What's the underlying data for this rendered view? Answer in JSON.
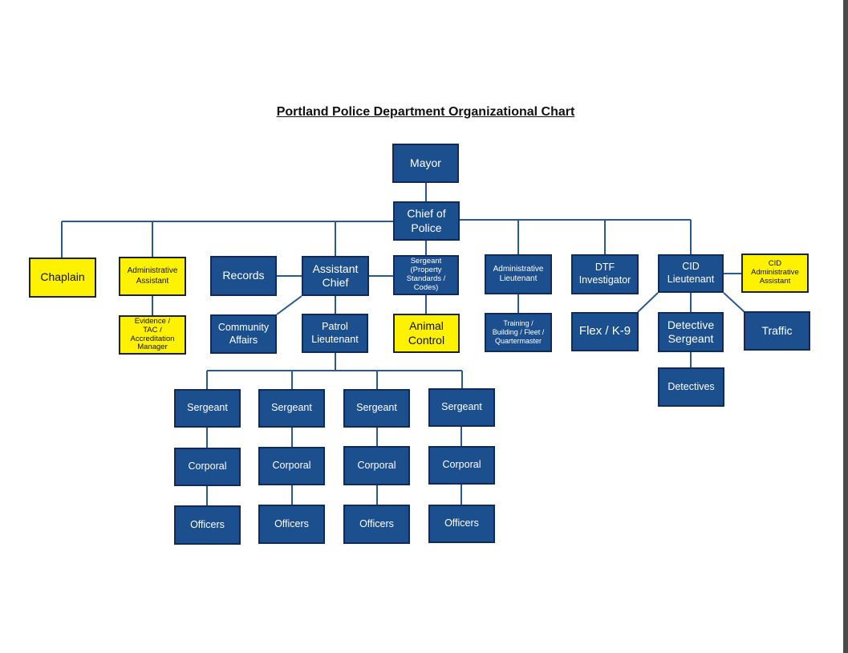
{
  "title": "Portland Police Department Organizational Chart",
  "colors": {
    "blue": "#1b4f8e",
    "yellow": "#fff200",
    "line": "#2b5a93"
  },
  "nodes": {
    "mayor": "Mayor",
    "chief": "Chief of\nPolice",
    "chaplain": "Chaplain",
    "admin_assistant": "Administrative\nAssistant",
    "evidence": "Evidence /\nTAC /\nAccreditation\nManager",
    "records": "Records",
    "assistant_chief": "Assistant\nChief",
    "sergeant_property": "Sergeant\n(Property\nStandards /\nCodes)",
    "animal_control": "Animal\nControl",
    "community_affairs": "Community\nAffairs",
    "patrol_lieutenant": "Patrol\nLieutenant",
    "admin_lieutenant": "Administrative\nLieutenant",
    "training": "Training /\nBuilding / Fleet /\nQuartermaster",
    "dtf": "DTF\nInvestigator",
    "cid_lieutenant": "CID\nLieutenant",
    "cid_admin": "CID\nAdministrative\nAssistant",
    "flex_k9": "Flex / K-9",
    "detective_sergeant": "Detective\nSergeant",
    "traffic": "Traffic",
    "detectives": "Detectives"
  },
  "patrol_units": [
    {
      "sergeant": "Sergeant",
      "corporal": "Corporal",
      "officers": "Officers"
    },
    {
      "sergeant": "Sergeant",
      "corporal": "Corporal",
      "officers": "Officers"
    },
    {
      "sergeant": "Sergeant",
      "corporal": "Corporal",
      "officers": "Officers"
    },
    {
      "sergeant": "Sergeant",
      "corporal": "Corporal",
      "officers": "Officers"
    }
  ]
}
